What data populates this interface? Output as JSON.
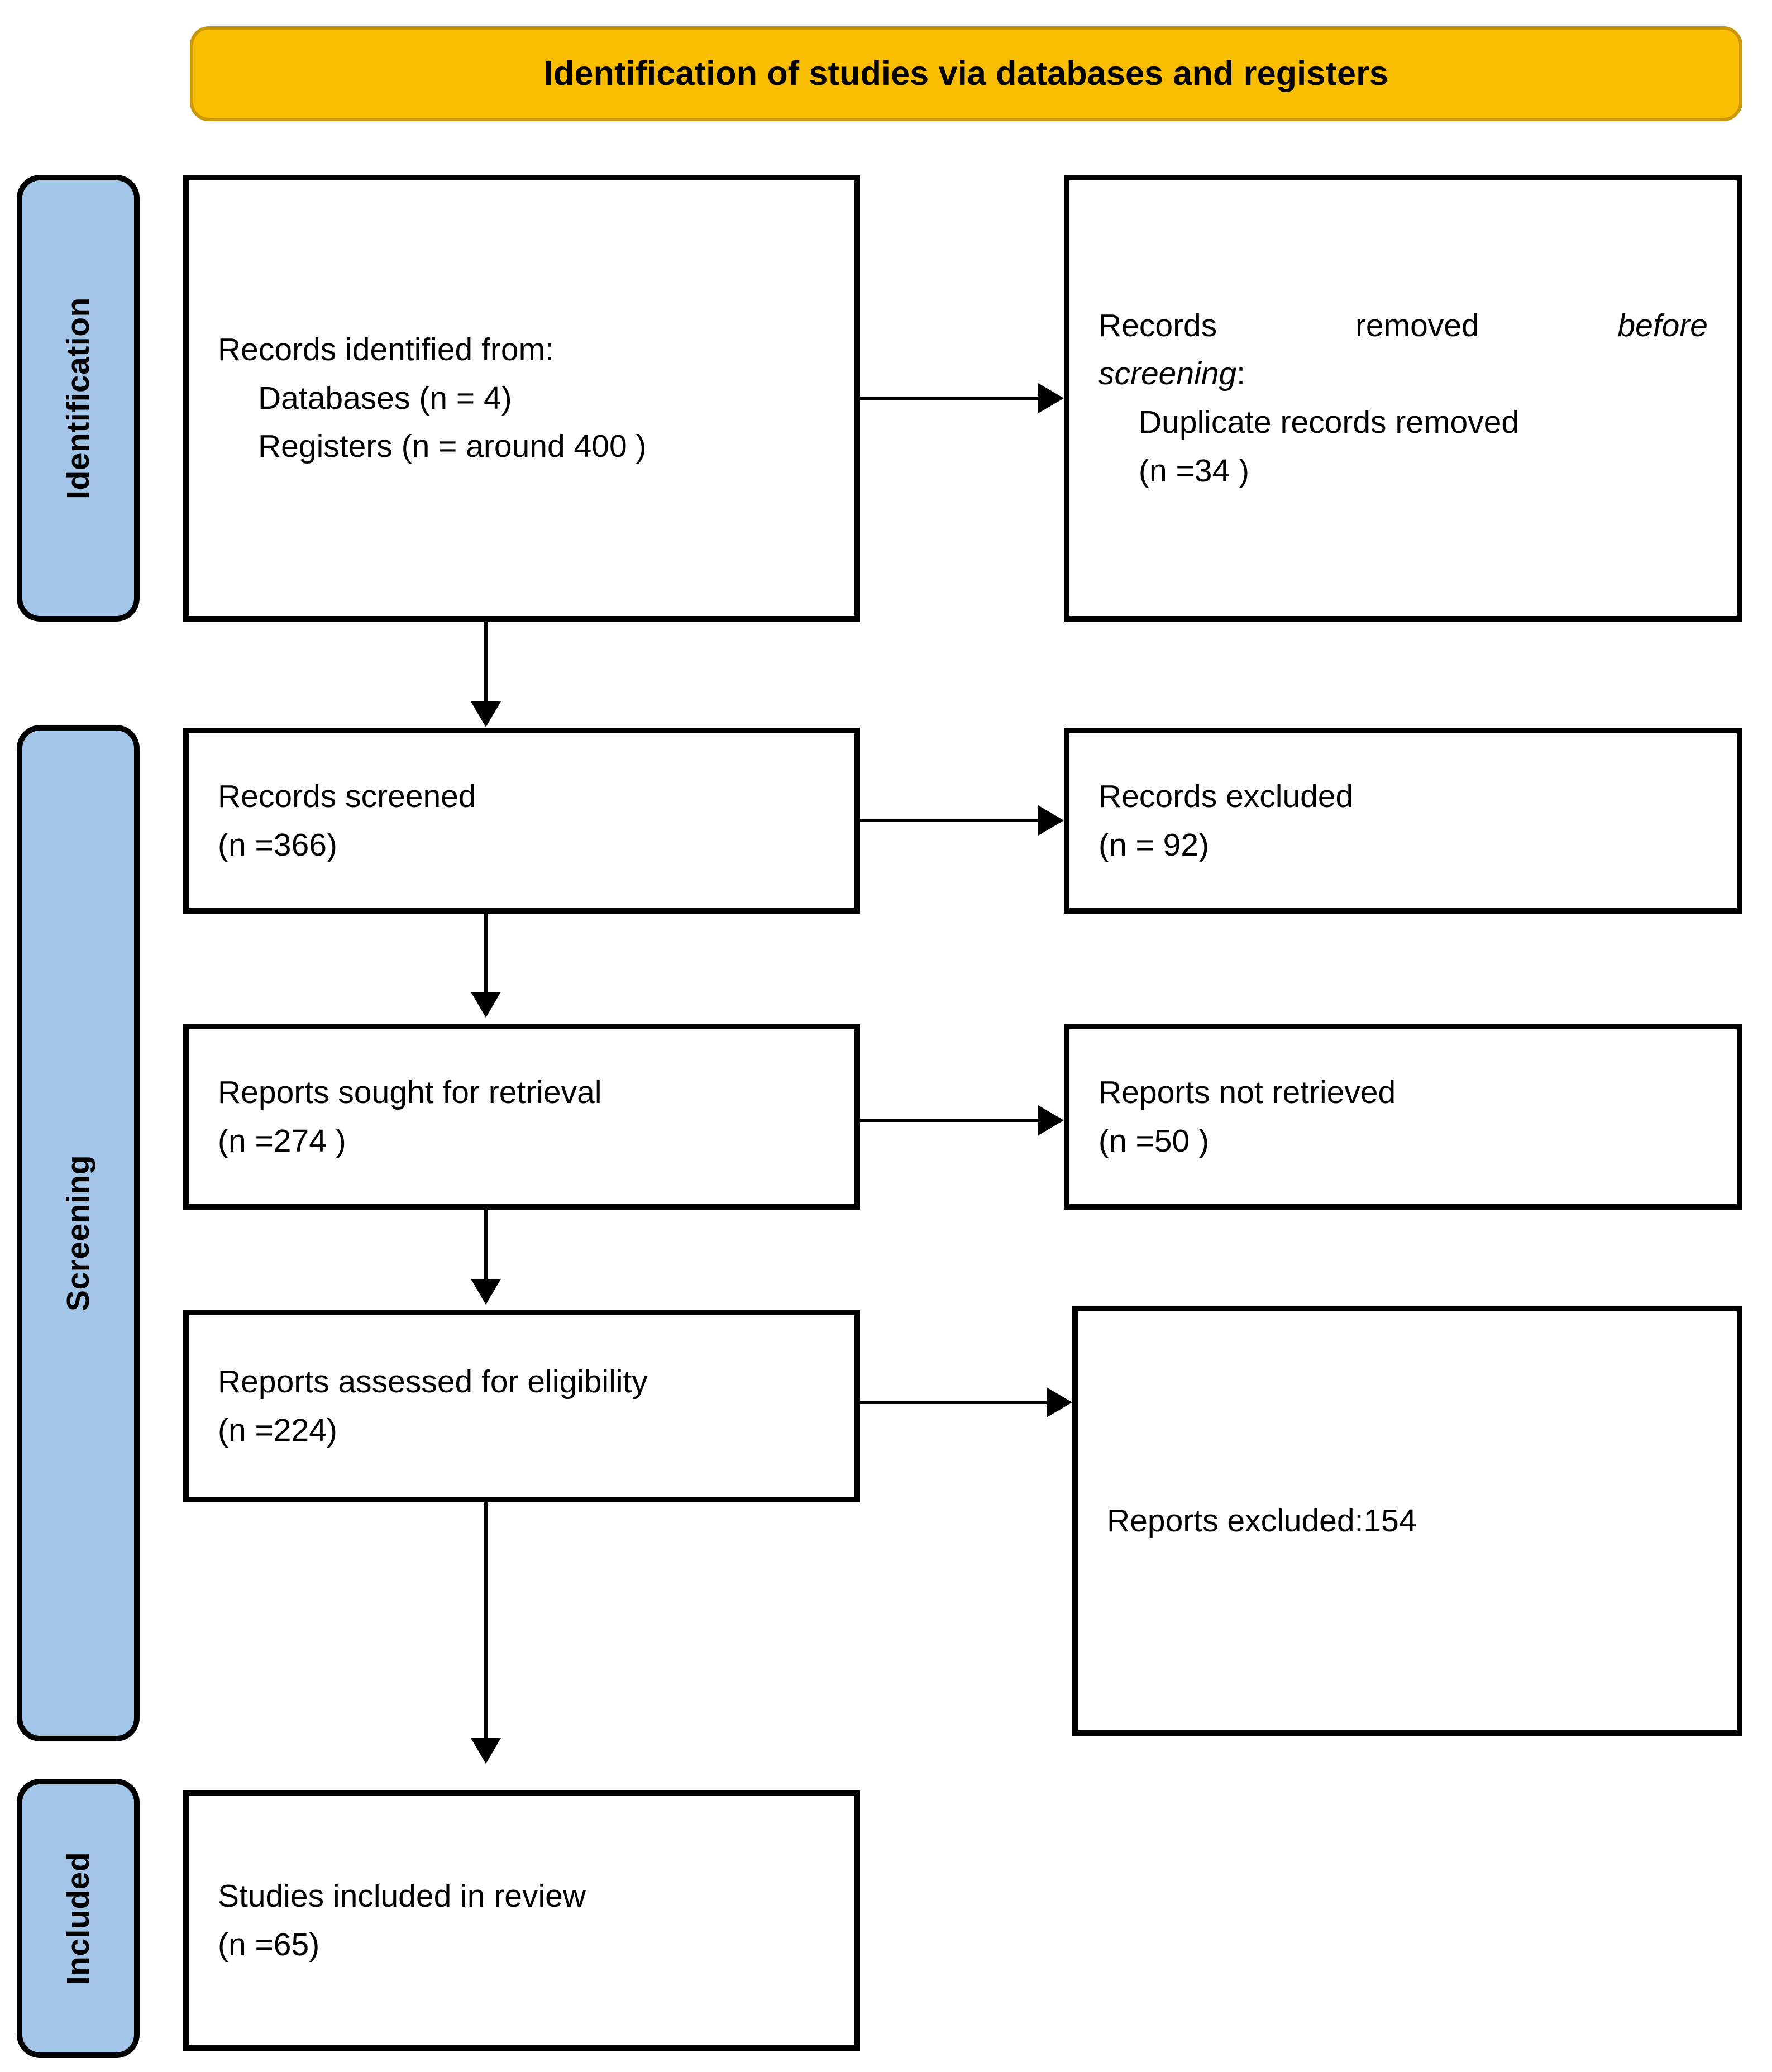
{
  "banner": {
    "title": "Identification of studies via databases and registers"
  },
  "phases": [
    {
      "label": "Identification"
    },
    {
      "label": "Screening"
    },
    {
      "label": "Included"
    }
  ],
  "nodes": {
    "identified": {
      "line1": "Records identified from:",
      "line2": "Databases (n = 4)",
      "line3": "Registers (n = around 400 )"
    },
    "removed": {
      "line1a": "Records",
      "line1b": "removed",
      "line1c": "before",
      "line2": "screening",
      "line2_colon": ":",
      "line3": "Duplicate records removed",
      "line4": "(n =34 )"
    },
    "screened": {
      "line1": "Records screened",
      "line2": "(n =366)"
    },
    "records_excluded": {
      "line1": "Records excluded",
      "line2": "(n = 92)"
    },
    "sought": {
      "line1": "Reports sought for retrieval",
      "line2": "(n =274 )"
    },
    "not_retrieved": {
      "line1": "Reports not retrieved",
      "line2": "(n =50 )"
    },
    "assessed": {
      "line1": "Reports assessed for eligibility",
      "line2": "(n =224)"
    },
    "reports_excluded": {
      "line1": "Reports excluded:154"
    },
    "included": {
      "line1": "Studies included in review",
      "line2": "(n =65)"
    }
  },
  "colors": {
    "banner_fill": "#F9BE02",
    "banner_border": "#C8980A",
    "phase_fill": "#A3C6E8",
    "stroke": "#000000",
    "node_fill": "#FFFFFF"
  }
}
